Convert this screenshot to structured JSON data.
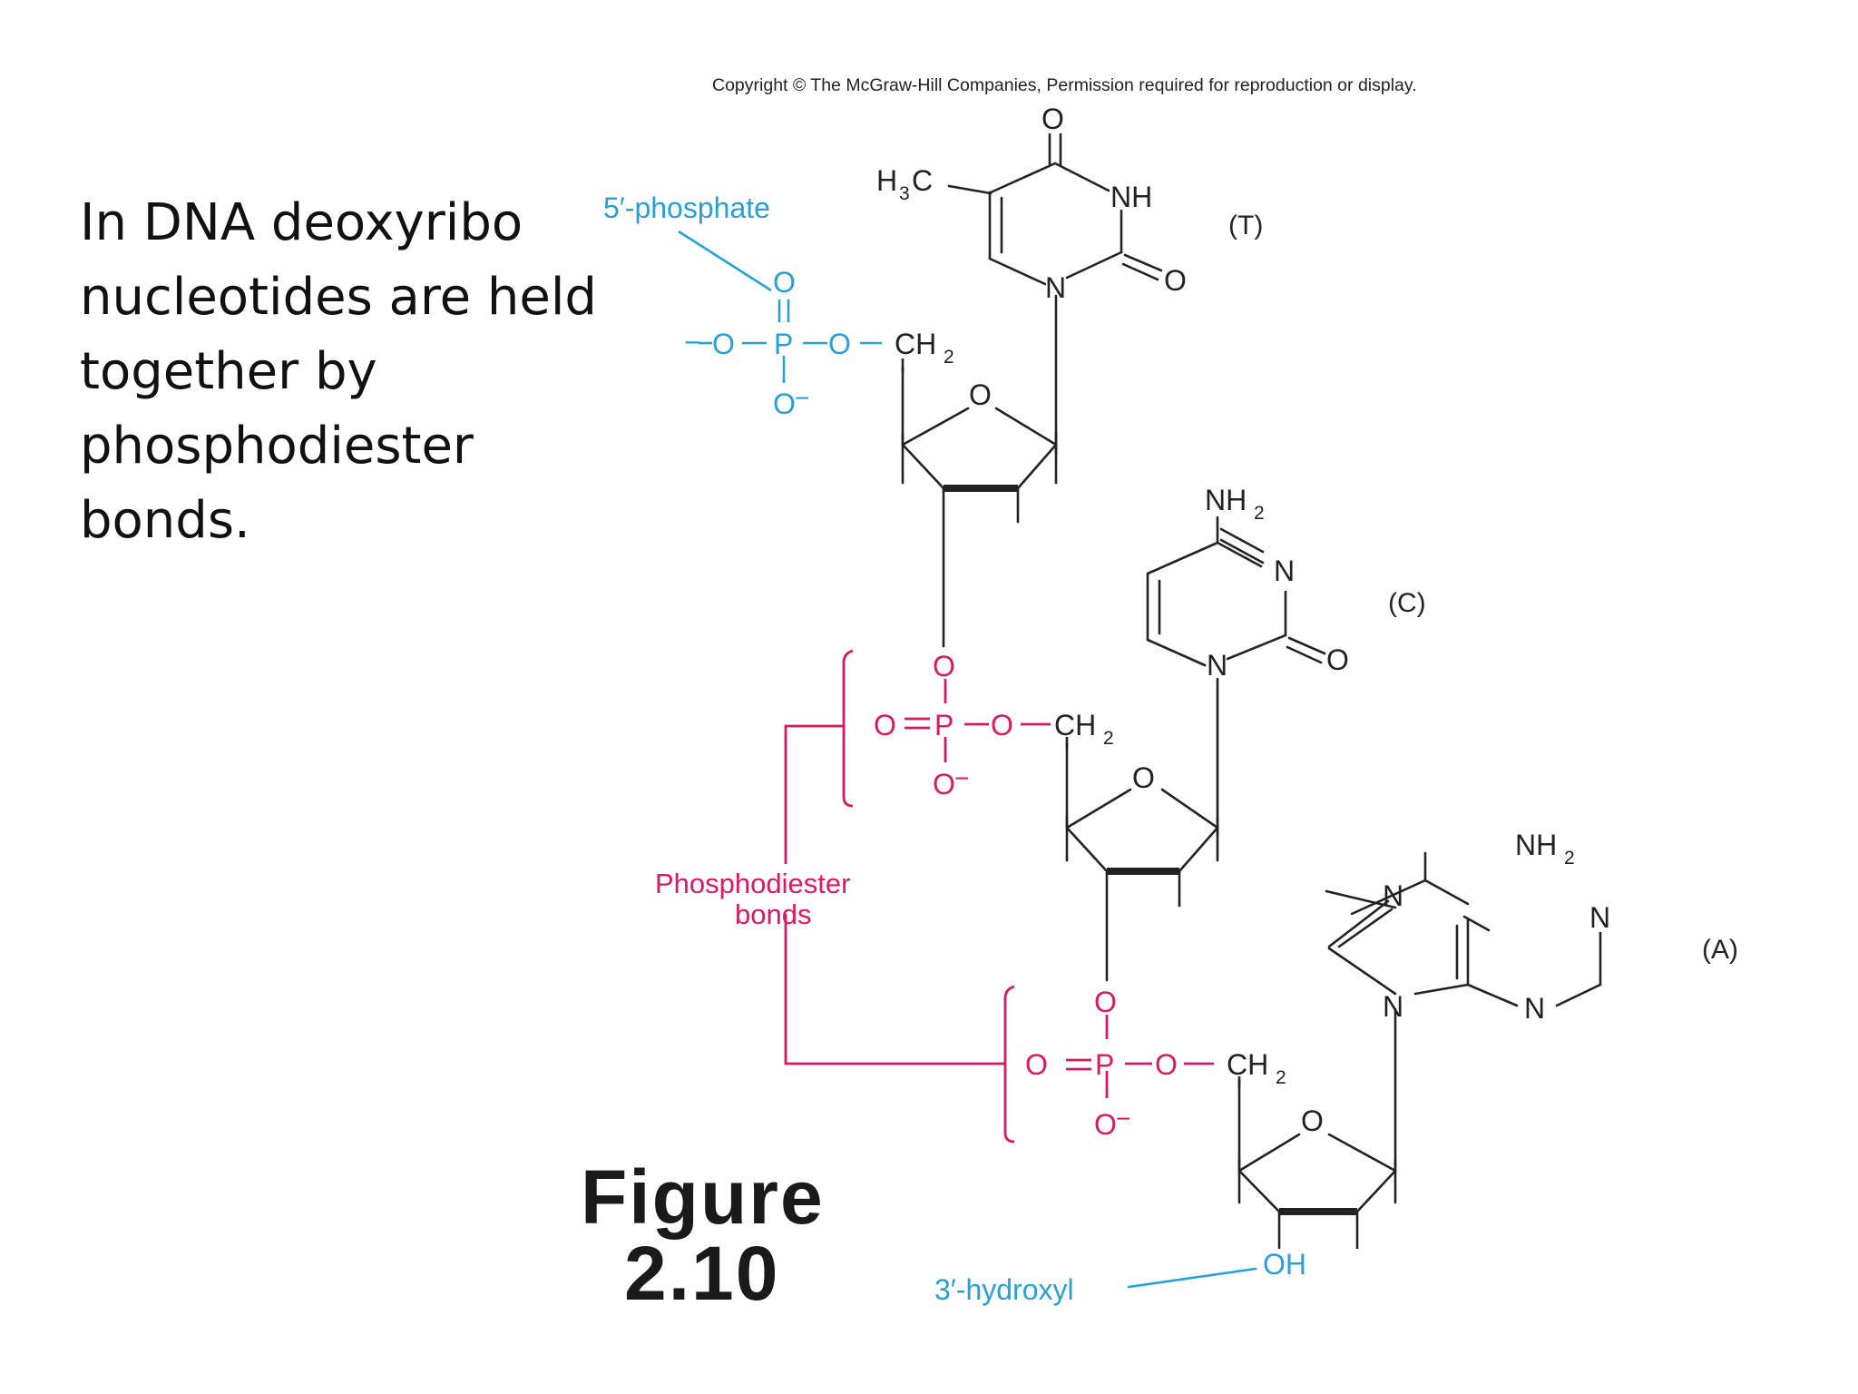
{
  "caption": {
    "lines": [
      "In DNA  deoxyribo",
      "nucleotides are held",
      "together by",
      "phosphodiester",
      "bonds."
    ]
  },
  "figure": {
    "copyright": "Copyright © The McGraw-Hill Companies, Permission required for reproduction or display.",
    "figure_label": "Figure",
    "figure_number": "2.10",
    "five_prime_label": "5′-phosphate",
    "three_prime_label": "3′-hydroxyl",
    "phosphodiester_label_1": "Phosphodiester",
    "phosphodiester_label_2": "bonds",
    "bases": {
      "t": "(T)",
      "c": "(C)",
      "a": "(A)"
    },
    "atoms": {
      "o": "O",
      "n": "N",
      "nh": "NH",
      "p": "P",
      "oh": "OH",
      "ch2": "CH",
      "sub2": "2",
      "h3c_h": "H",
      "h3c_3": "3",
      "h3c_c": "C",
      "nh2": "NH",
      "minus": "−"
    }
  },
  "colors": {
    "text": "#111111",
    "structure": "#222222",
    "phosphate": "#2a9fd6",
    "bond_highlight": "#d81b60"
  }
}
